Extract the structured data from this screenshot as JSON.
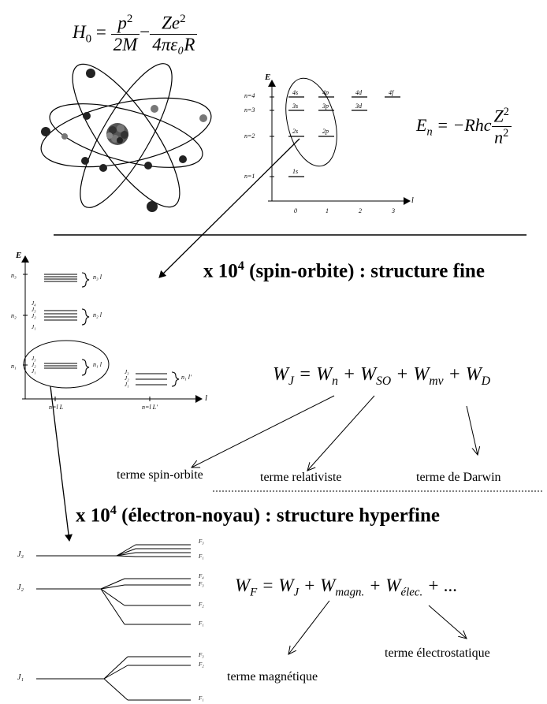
{
  "equations": {
    "hamiltonian": {
      "lhs": "H",
      "lhs_sub": "0",
      "t1_num_base": "p",
      "t1_num_sup": "2",
      "t1_den": "2M",
      "minus": "−",
      "t2_num_base": "Ze",
      "t2_num_sup": "2",
      "t2_den": "4πε₀R"
    },
    "energy": {
      "lhs": "E",
      "lhs_sub": "n",
      "rhs": "= −Rhc",
      "num_base": "Z",
      "num_sup": "2",
      "den_base": "n",
      "den_sup": "2"
    },
    "fine": {
      "lhs": "W",
      "lhs_sub": "J",
      "p1": "= W",
      "p1_sub": "n",
      "p2": "+ W",
      "p2_sub": "SO",
      "p3": "+ W",
      "p3_sub": "mv",
      "p4": "+ W",
      "p4_sub": "D"
    },
    "hyperfine": {
      "lhs": "W",
      "lhs_sub": "F",
      "p1": "= W",
      "p1_sub": "J",
      "p2": "+ W",
      "p2_sub": "magn.",
      "p3": "+ W",
      "p3_sub": "élec.",
      "p4": "+ ..."
    }
  },
  "headings": {
    "fine": {
      "base": "x 10",
      "sup": "4",
      "text": " (spin-orbite) : structure fine"
    },
    "hyperfine": {
      "base": "x 10",
      "sup": "4",
      "text": " (électron-noyau) : structure hyperfine"
    }
  },
  "terms": {
    "spin_orbit": "terme spin-orbite",
    "relativistic": "terme relativiste",
    "darwin": "terme de Darwin",
    "magnetic": "terme magnétique",
    "electrostatic": "terme électrostatique"
  },
  "level_diagram": {
    "axis_e": "E",
    "axis_l": "l",
    "y_labels": [
      "n=4",
      "n=3",
      "n=2",
      "n=1"
    ],
    "x_ticks": [
      "0",
      "1",
      "2",
      "3"
    ],
    "levels": [
      "4s",
      "4p",
      "4d",
      "4f",
      "3s",
      "3p",
      "3d",
      "2s",
      "2p",
      "1s"
    ]
  },
  "fine_diagram": {
    "axis_e": "E",
    "axis_l": "l",
    "row_labels": [
      "n₃",
      "n₂",
      "n₁"
    ],
    "j_labels_n2": [
      "J₄",
      "J₃",
      "J₂",
      "J₁"
    ],
    "j_labels_n1": [
      "J₃",
      "J₂",
      "J₁"
    ],
    "j_labels_right": [
      "J₃",
      "J₂",
      "J₁"
    ],
    "brace_labels": [
      "n₃ l",
      "n₂ l",
      "n₁ l",
      "n₁ l'"
    ],
    "x_labels": [
      "n=l L",
      "n=l L'"
    ]
  },
  "hyperfine_diagram": {
    "j_labels": [
      "J₃",
      "J₂",
      "J₁"
    ],
    "f_labels_j3": [
      "F₃",
      "F₁"
    ],
    "f_labels_j2": [
      "F₄",
      "F₃",
      "F₂",
      "F₁"
    ],
    "f_labels_j1": [
      "F₃",
      "F₂",
      "F₁"
    ]
  }
}
